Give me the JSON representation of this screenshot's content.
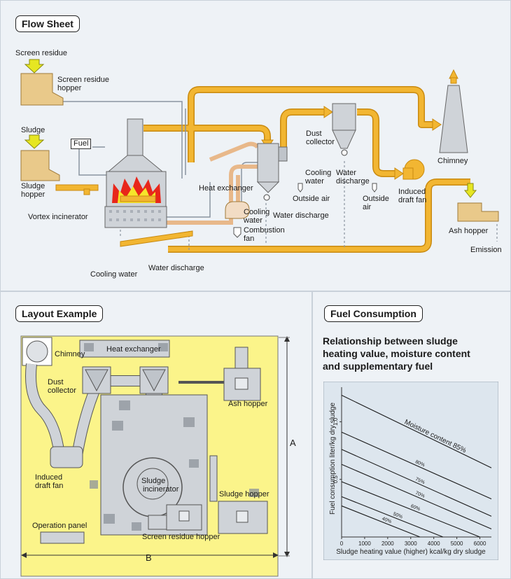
{
  "flow_sheet": {
    "heading": "Flow Sheet",
    "labels": {
      "screen_residue": "Screen residue",
      "screen_residue_hopper": [
        "Screen residue",
        "hopper"
      ],
      "sludge": "Sludge",
      "fuel": "Fuel",
      "sludge_hopper": [
        "Sludge",
        "hopper"
      ],
      "vortex_incinerator": "Vortex incinerator",
      "heat_exchanger": "Heat exchanger",
      "cooling_water_1": [
        "Cooling",
        "water"
      ],
      "combustion_fan": [
        "Combustion",
        "fan"
      ],
      "water_discharge_1": "Water discharge",
      "dust_collector": [
        "Dust",
        "collector"
      ],
      "cooling_water_2": [
        "Cooling",
        "water"
      ],
      "water_discharge_2": [
        "Water",
        "discharge"
      ],
      "outside_air_1": "Outside air",
      "outside_air_2": [
        "Outside",
        "air"
      ],
      "induced_draft_fan": [
        "Induced",
        "draft fan"
      ],
      "chimney": "Chimney",
      "ash_hopper": "Ash hopper",
      "emission": "Emission",
      "cooling_water_3": "Cooling water",
      "water_discharge_3": "Water discharge"
    }
  },
  "layout_example": {
    "heading": "Layout Example",
    "labels": {
      "chimney": "Chimney",
      "heat_exchanger": "Heat exchanger",
      "dust_collector": [
        "Dust",
        "collector"
      ],
      "ash_hopper": "Ash hopper",
      "induced_draft_fan": [
        "Induced",
        "draft fan"
      ],
      "sludge_incinerator": [
        "Sludge",
        "incinerator"
      ],
      "sludge_hopper": "Sludge hopper",
      "operation_panel": "Operation panel",
      "screen_residue_hopper": "Screen residue hopper",
      "dim_a": "A",
      "dim_b": "B"
    }
  },
  "fuel_consumption": {
    "heading": "Fuel Consumption",
    "subtitle": [
      "Relationship between sludge",
      "heating value, moisture content",
      "and supplementary fuel"
    ]
  },
  "colors": {
    "duct": "#f2b632",
    "duct_edge": "#c98a10",
    "flame_red": "#e8261a",
    "flame_yellow": "#f6e52a",
    "equipment": "#e9c98a",
    "layout_bg": "#fbf48a",
    "chart_bg": "#dde6ee"
  },
  "chart_data": {
    "type": "line",
    "title": "",
    "xlabel": "Sludge heating value (higher) kcal/kg dry sludge",
    "ylabel": "Fuel consumption liter/kg dry sludge",
    "xlim": [
      0,
      6500
    ],
    "ylim": [
      0,
      1.3
    ],
    "xticks": [
      0,
      1000,
      2000,
      3000,
      4000,
      5000,
      6000
    ],
    "yticks": [
      0.5,
      1.0
    ],
    "ytick_labels": [
      "0.5",
      "1.0"
    ],
    "series": [
      {
        "name": "Moisture content 85%",
        "x": [
          0,
          6500
        ],
        "y": [
          1.23,
          0.6
        ]
      },
      {
        "name": "80%",
        "x": [
          0,
          6500
        ],
        "y": [
          0.91,
          0.33
        ]
      },
      {
        "name": "75%",
        "x": [
          0,
          6500
        ],
        "y": [
          0.76,
          0.18
        ]
      },
      {
        "name": "70%",
        "x": [
          0,
          6500
        ],
        "y": [
          0.63,
          0.07
        ]
      },
      {
        "name": "60%",
        "x": [
          0,
          6000
        ],
        "y": [
          0.48,
          0.0
        ]
      },
      {
        "name": "50%",
        "x": [
          0,
          4400
        ],
        "y": [
          0.35,
          0.0
        ]
      },
      {
        "name": "40%",
        "x": [
          0,
          3400
        ],
        "y": [
          0.27,
          0.0
        ]
      }
    ]
  }
}
